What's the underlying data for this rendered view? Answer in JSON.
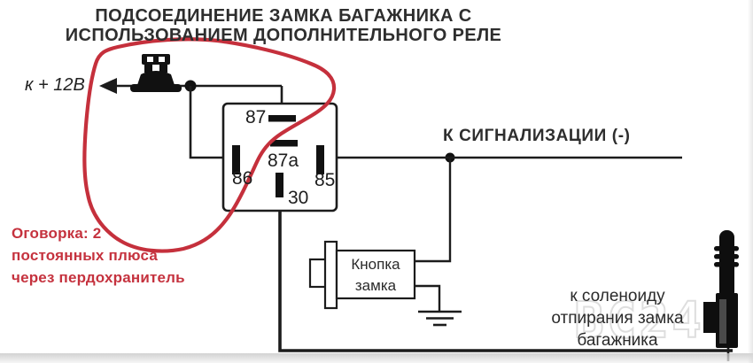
{
  "title": {
    "text": "ПОДСОЕДИНЕНИЕ ЗАМКА БАГАЖНИКА С\nИСПОЛЬЗОВАНИЕМ ДОПОЛНИТЕЛЬНОГО РЕЛЕ"
  },
  "labels": {
    "power": "к + 12В",
    "alarm": "К СИГНАЛИЗАЦИИ (-)",
    "button": "Кнопка\nзамка",
    "solenoid": "к  соленоиду\nотпирания замка\nбагажника",
    "note": "Оговорка: 2\nпостоянных плюса\nчерез пердохранитель"
  },
  "relay": {
    "pins": {
      "p87": "87",
      "p87a": "87a",
      "p86": "86",
      "p85": "85",
      "p30": "30"
    }
  },
  "watermark": {
    "text": "ВС24"
  },
  "colors": {
    "wire": "#1c1c1c",
    "annotation_red": "#c5303c",
    "text_dark": "#2e2e2e"
  }
}
